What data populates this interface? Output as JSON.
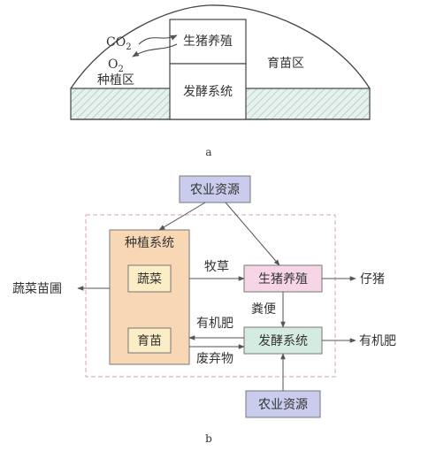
{
  "figure_a": {
    "pig": "生猪养殖",
    "ferment": "发酵系统",
    "planting_area": "种植区",
    "nursery_area": "育苗区",
    "co2_main": "CO",
    "co2_sub": "2",
    "o2_main": "O",
    "o2_sub": "2",
    "caption": "a"
  },
  "figure_b": {
    "resource_top": "农业资源",
    "resource_bottom": "农业资源",
    "planting_system": "种植系统",
    "vegetables": "蔬菜",
    "seedling": "育苗",
    "pig": "生猪养殖",
    "ferment": "发酵系统",
    "vegetable_nursery": "蔬菜苗圃",
    "piglets": "仔猪",
    "organic_fertilizer_out": "有机肥",
    "forage": "牧草",
    "manure": "粪便",
    "organic_fertilizer": "有机肥",
    "waste": "废弃物",
    "caption": "b"
  },
  "colors": {
    "resource_fill": "#c9ccec",
    "planting_fill": "#f8d7b4",
    "inner_fill": "#fbeec6",
    "pig_fill": "#f6d6e6",
    "ferment_fill": "#d4ebe2",
    "dashed_border": "#d9a0b0",
    "line": "#555555",
    "hatch": "#b7d3cc"
  }
}
